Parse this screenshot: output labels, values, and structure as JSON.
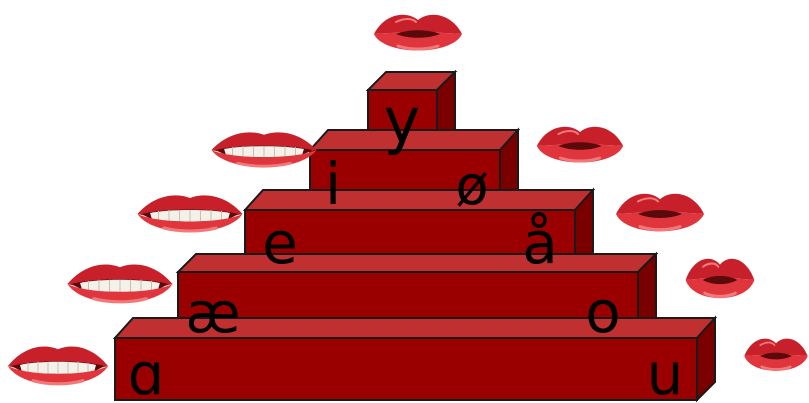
{
  "colors": {
    "block_front": "#9b0000",
    "block_top": "#c03030",
    "block_side": "#7a0000",
    "outline": "#1a1a1a",
    "lip_upper": "#c8202a",
    "lip_lower": "#e0353d",
    "lip_highlight": "#f07a7a",
    "mouth_dark": "#5a0a0a",
    "teeth": "#f4f1ea",
    "background": "#ffffff"
  },
  "pyramid": {
    "steps": [
      {
        "left": "ɑ",
        "right": "u"
      },
      {
        "left": "æ",
        "right": "o"
      },
      {
        "left": "e",
        "right": "å"
      },
      {
        "left": "i",
        "right": "ø"
      },
      {
        "left": "y",
        "right": ""
      }
    ]
  },
  "mouths": {
    "left_side": [
      "open-spread-mouth",
      "open-spread-mouth",
      "open-spread-mouth",
      "open-spread-mouth"
    ],
    "right_side": [
      "rounded-mouth",
      "rounded-mouth",
      "rounded-mouth",
      "rounded-mouth"
    ],
    "top": "rounded-mouth"
  }
}
